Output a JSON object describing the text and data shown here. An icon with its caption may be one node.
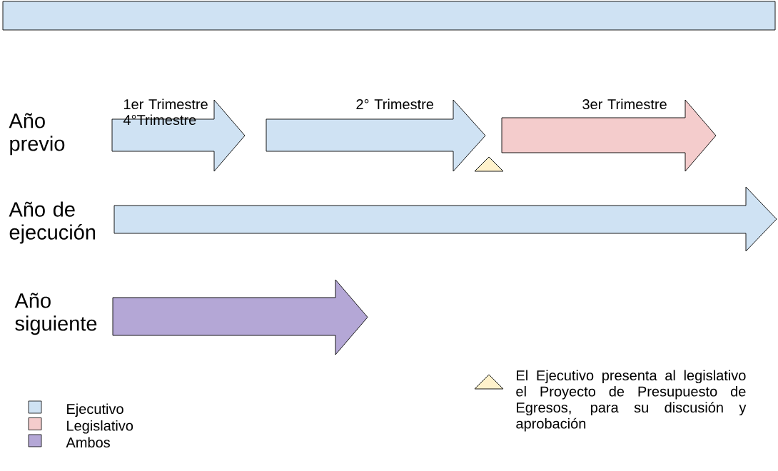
{
  "diagram": {
    "nodes": [
      {
        "text": [],
        "shape": "box"
      },
      {
        "text": [],
        "shape": "arrow"
      },
      {
        "text": [],
        "shape": "arrow"
      },
      {
        "text": [],
        "shape": "arrow"
      },
      {
        "text": [],
        "shape": "arrow"
      },
      {
        "text": [],
        "shape": "arrow"
      },
      {
        "text": [],
        "shape": "triangle"
      }
    ],
    "labels": [
      "1er Trimestre",
      "2° Trimestre",
      "3er Trimestre",
      "4°Trimestre",
      "Año previo",
      "Año de ejecución",
      "Año siguiente"
    ],
    "legend": [
      {
        "text": "Ejecutivo",
        "color": "#cfe2f3"
      },
      {
        "text": "Legislativo",
        "color": "#f4cccc"
      },
      {
        "text": "Ambos",
        "color": "#b4a7d6"
      },
      {
        "text": "El Ejecutivo presenta al legislativo el Proyecto de Presupuesto de Egresos, para su discusión y aprobación"
      }
    ]
  }
}
